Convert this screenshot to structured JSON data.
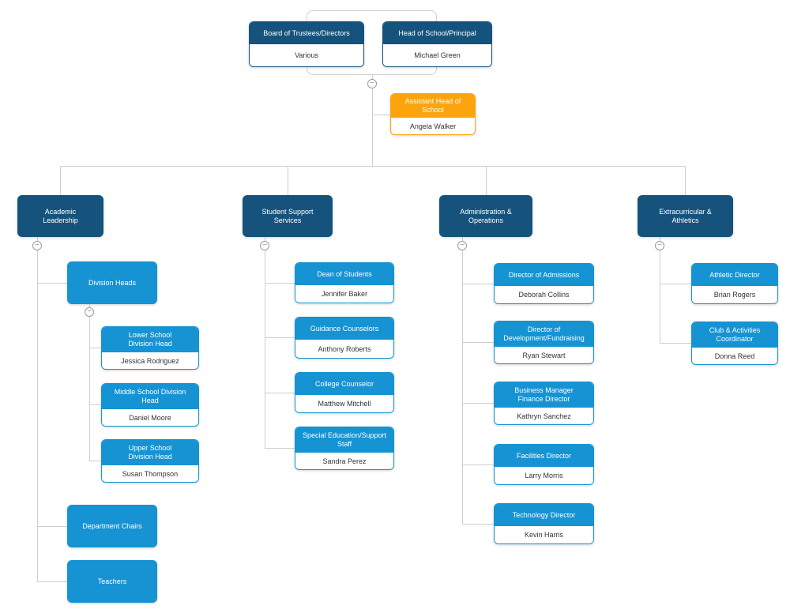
{
  "diagram": {
    "colors": {
      "dark_blue": "#15537d",
      "light_blue": "#1593d3",
      "orange": "#fca40d",
      "line_gray": "#cfcfcf"
    },
    "collapse_glyph": "−",
    "root_group": {
      "board": {
        "title": "Board of Trustees/Directors",
        "person": "Various"
      },
      "head": {
        "title": "Head of School/Principal",
        "person": "Michael Green"
      }
    },
    "assistant": {
      "title": "Assistant Head of\nSchool",
      "person": "Angela Walker"
    },
    "branches": {
      "academic": {
        "title": "Academic\nLeadership",
        "children": {
          "division_heads": {
            "title": "Division Heads",
            "children": {
              "lower_school": {
                "title": "Lower School\nDivision Head",
                "person": "Jessica Rodriguez"
              },
              "middle_school": {
                "title": "Middle School Division\nHead",
                "person": "Daniel Moore"
              },
              "upper_school": {
                "title": "Upper School\nDivision Head",
                "person": "Susan Thompson"
              }
            }
          },
          "department_chairs": {
            "title": "Department Chairs"
          },
          "teachers": {
            "title": "Teachers"
          }
        }
      },
      "student_support": {
        "title": "Student Support\nServices",
        "children": {
          "dean_of_students": {
            "title": "Dean of Students",
            "person": "Jennifer Baker"
          },
          "guidance_counselors": {
            "title": "Guidance Counselors",
            "person": "Anthony Roberts"
          },
          "college_counselor": {
            "title": "College Counselor",
            "person": "Matthew Mitchell"
          },
          "special_education": {
            "title": "Special Education/Support\nStaff",
            "person": "Sandra Perez"
          }
        }
      },
      "admin_ops": {
        "title": "Administration &\nOperations",
        "children": {
          "admissions": {
            "title": "Director of Admissions",
            "person": "Deborah Collins"
          },
          "development": {
            "title": "Director of\nDevelopment/Fundraising",
            "person": "Ryan Stewart"
          },
          "business_manager": {
            "title": "Business Manager\nFinance Director",
            "person": "Kathryn Sanchez"
          },
          "facilities": {
            "title": "Facilities Director",
            "person": "Larry Morris"
          },
          "technology": {
            "title": "Technology Director",
            "person": "Kevin Harris"
          }
        }
      },
      "extracurricular": {
        "title": "Extracurricular &\nAthletics",
        "children": {
          "athletic_director": {
            "title": "Athletic Director",
            "person": "Brian Rogers"
          },
          "club_activities": {
            "title": "Club & Activities\nCoordinator",
            "person": "Donna Reed"
          }
        }
      }
    }
  }
}
